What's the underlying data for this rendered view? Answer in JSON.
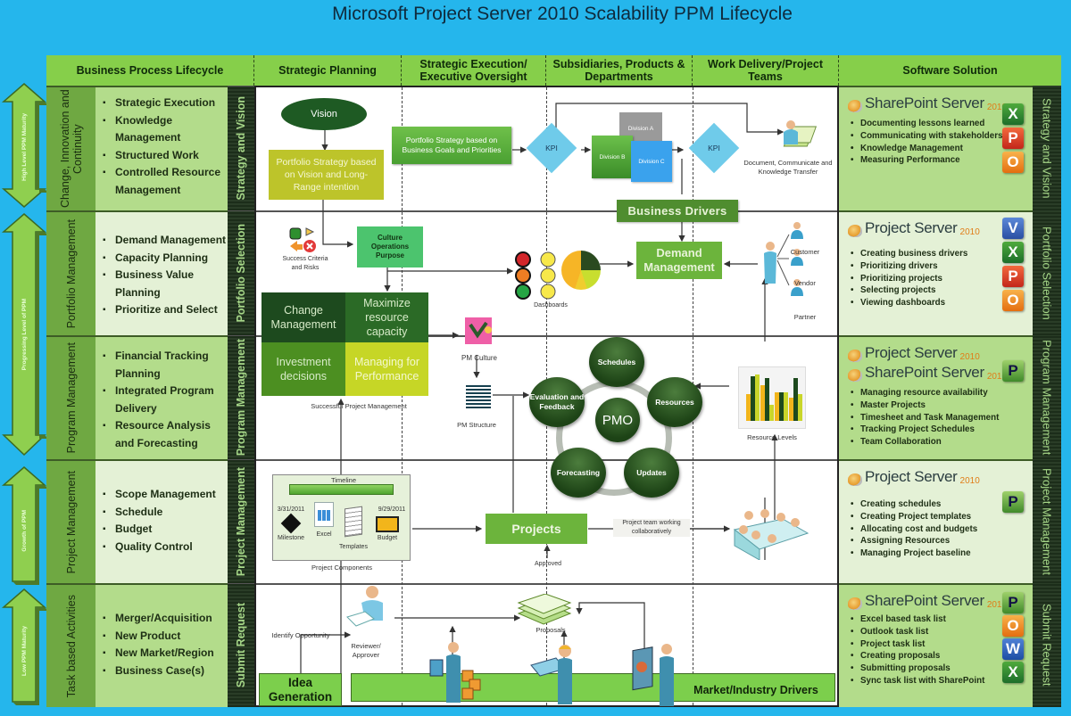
{
  "title": "Microsoft Project Server 2010 Scalability PPM Lifecycle",
  "header": {
    "business_process": "Business Process Lifecycle",
    "strategic_planning": "Strategic Planning",
    "strategic_execution": "Strategic Execution/ Executive Oversight",
    "subsidiaries": "Subsidiaries, Products & Departments",
    "work_delivery": "Work Delivery/Project Teams",
    "software_solution": "Software Solution"
  },
  "maturity_arrows": [
    {
      "label": "High Level PPM Maturity",
      "direction": "both"
    },
    {
      "label": "Progressing Level of PPM",
      "direction": "both"
    },
    {
      "label": "Growth of PPM",
      "direction": "up"
    },
    {
      "label": "Low PPM Maturity",
      "direction": "up"
    }
  ],
  "lanes": [
    {
      "category": "Change, Innovation and Continuity",
      "stage": "Strategy and Vision",
      "items": [
        "Strategic Execution",
        "Knowledge Management",
        "Structured Work",
        "Controlled Resource Management"
      ],
      "software": {
        "products": [
          "SharePoint Server"
        ],
        "year": "2010",
        "apps": [
          "excel",
          "powerpoint",
          "outlook"
        ],
        "items": [
          "Documenting lessons learned",
          "Communicating with stakeholders",
          "Knowledge Management",
          "Measuring Performance"
        ]
      }
    },
    {
      "category": "Portfolio Management",
      "stage": "Portfolio Selection",
      "items": [
        "Demand Management",
        "Capacity Planning",
        "Business Value Planning",
        "Prioritize and Select"
      ],
      "software": {
        "products": [
          "Project Server"
        ],
        "year": "2010",
        "apps": [
          "visio",
          "excel",
          "powerpoint",
          "outlook"
        ],
        "items": [
          "Creating business drivers",
          "Prioritizing drivers",
          "Prioritizing projects",
          "Selecting projects",
          "Viewing dashboards"
        ]
      }
    },
    {
      "category": "Program Management",
      "stage": "Program Management",
      "items": [
        "Financial Tracking Planning",
        "Integrated Program Delivery",
        "Resource Analysis and Forecasting"
      ],
      "software": {
        "products": [
          "Project Server",
          "SharePoint Server"
        ],
        "year": "2010",
        "apps": [
          "project"
        ],
        "items": [
          "Managing resource availability",
          "Master Projects",
          "Timesheet and Task Management",
          "Tracking Project Schedules",
          "Team Collaboration"
        ]
      }
    },
    {
      "category": "Project Management",
      "stage": "Project Management",
      "items": [
        "Scope Management",
        "Schedule",
        "Budget",
        "Quality Control"
      ],
      "software": {
        "products": [
          "Project Server"
        ],
        "year": "2010",
        "apps": [
          "project"
        ],
        "items": [
          "Creating schedules",
          "Creating Project templates",
          "Allocating cost and budgets",
          "Assigning Resources",
          "Managing Project baseline"
        ]
      }
    },
    {
      "category": "Task based Activities",
      "stage": "Submit Request",
      "items": [
        "Merger/Acquisition",
        "New Product",
        "New Market/Region",
        "Business Case(s)"
      ],
      "software": {
        "products": [
          "SharePoint Server"
        ],
        "year": "2010",
        "apps": [
          "project",
          "outlook",
          "word",
          "excel"
        ],
        "items": [
          "Excel based task list",
          "Outlook task list",
          "Project task list",
          "Creating proposals",
          "Submitting proposals",
          "Sync task list with SharePoint"
        ]
      }
    }
  ],
  "diagram": {
    "vision": "Vision",
    "portfolio_strategy_vision": "Portfolio Strategy based on Vision and Long-Range intention",
    "portfolio_strategy_goals": "Portfolio Strategy based on Business Goals and Priorities",
    "kpi1": "KPI",
    "kpi2": "KPI",
    "division_a": "Division A",
    "division_b": "Division B",
    "division_c": "Division C",
    "document_transfer": "Document, Communicate and Knowledge Transfer",
    "business_drivers": "Business Drivers",
    "success_criteria": "Success Criteria and Risks",
    "culture_box": "Culture Operations Purpose",
    "dashboards": "Dashboards",
    "demand_management": "Demand Management",
    "customer": "Customer",
    "vendor": "Vendor",
    "partner": "Partner",
    "quad": {
      "change_management": "Change Management",
      "maximize": "Maximize resource capacity",
      "investment": "Investment decisions",
      "managing": "Managing for Performance"
    },
    "successful_pm": "Successful Project Management",
    "pm_culture": "PM Culture",
    "pm_structure": "PM Structure",
    "pmo": "PMO",
    "pmo_nodes": [
      "Schedules",
      "Resources",
      "Updates",
      "Forecasting",
      "Evaluation and Feedback"
    ],
    "resource_levels": "Resource Levels",
    "timeline": "Timeline",
    "date_start": "3/31/2011",
    "date_end": "9/29/2011",
    "milestone": "Milestone",
    "excel": "Excel",
    "templates": "Templates",
    "budget": "Budget",
    "project_components": "Project Components",
    "projects": "Projects",
    "team_working": "Project team working collaboratively",
    "approved": "Approved",
    "identify_opportunity": "Identify Opportunity",
    "reviewer": "Reviewer/ Approver",
    "proposals": "Proposals",
    "idea_generation": "Idea Generation",
    "market_drivers": "Market/Industry Drivers"
  }
}
